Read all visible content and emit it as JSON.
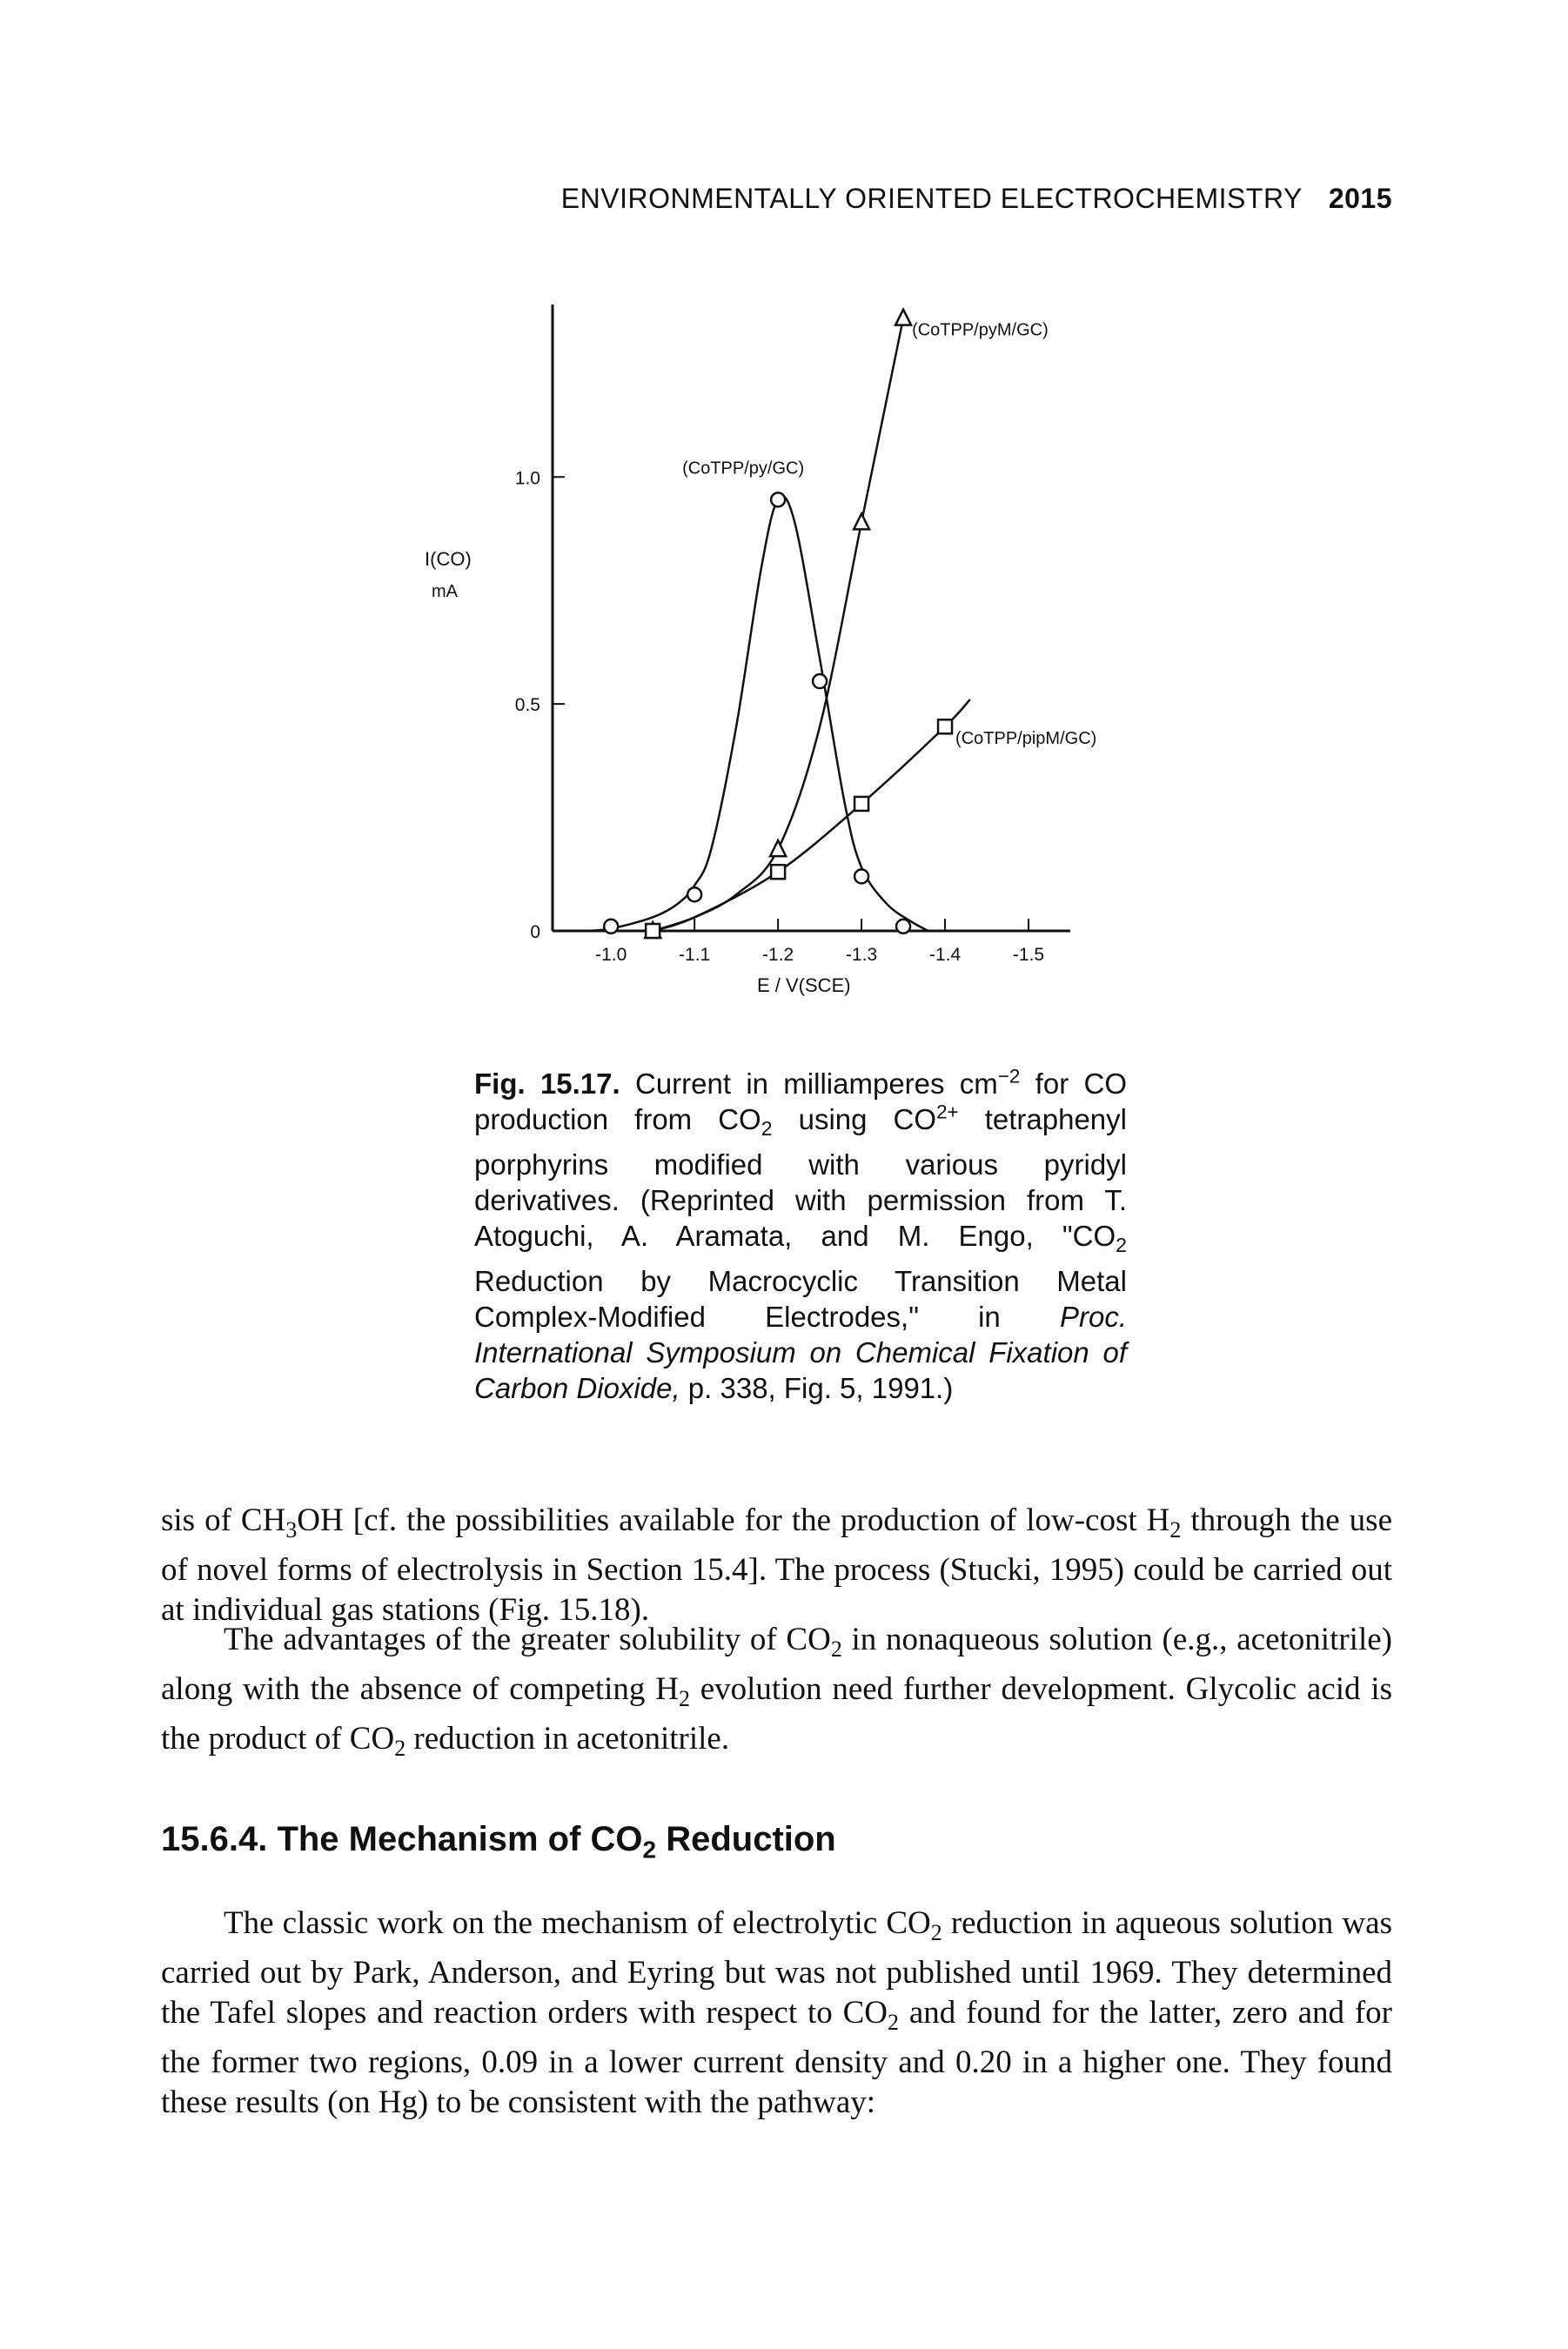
{
  "header": {
    "running_title": "ENVIRONMENTALLY ORIENTED ELECTROCHEMISTRY",
    "page_number": "2015"
  },
  "figure": {
    "ylabel_line1": "I(CO)",
    "ylabel_line2": "mA",
    "xlabel": "E / V(SCE)"
  },
  "chart_data": {
    "type": "line",
    "xlabel": "E / V(SCE)",
    "ylabel": "I(CO) mA",
    "xlim": [
      -0.93,
      -1.55
    ],
    "ylim": [
      0,
      1.38
    ],
    "x_ticks": [
      -1.0,
      -1.1,
      -1.2,
      -1.3,
      -1.4,
      -1.5
    ],
    "x_tick_labels": [
      "-1.0",
      "-1.1",
      "-1.2",
      "-1.3",
      "-1.4",
      "-1.5"
    ],
    "y_ticks": [
      0,
      0.5,
      1.0
    ],
    "y_tick_labels": [
      "0",
      "0.5",
      "1.0"
    ],
    "grid": false,
    "series": [
      {
        "name": "(CoTPP/py/GC)",
        "marker": "circle",
        "x": [
          -1.0,
          -1.1,
          -1.2,
          -1.25,
          -1.3,
          -1.35
        ],
        "y": [
          0.01,
          0.08,
          0.95,
          0.55,
          0.12,
          0.01
        ],
        "curve_x": [
          -0.97,
          -1.0,
          -1.05,
          -1.08,
          -1.1,
          -1.12,
          -1.15,
          -1.18,
          -1.2,
          -1.22,
          -1.25,
          -1.28,
          -1.3,
          -1.33,
          -1.36,
          -1.38
        ],
        "curve_y": [
          0.0,
          0.005,
          0.03,
          0.06,
          0.1,
          0.18,
          0.45,
          0.8,
          0.95,
          0.9,
          0.6,
          0.28,
          0.14,
          0.06,
          0.02,
          0.0
        ]
      },
      {
        "name": "(CoTPP/pyM/GC)",
        "marker": "triangle",
        "x": [
          -1.05,
          -1.2,
          -1.3,
          -1.35
        ],
        "y": [
          0.0,
          0.18,
          0.9,
          1.35
        ],
        "curve_x": [
          -1.05,
          -1.1,
          -1.15,
          -1.2,
          -1.25,
          -1.3,
          -1.35
        ],
        "curve_y": [
          0.0,
          0.03,
          0.08,
          0.18,
          0.45,
          0.9,
          1.35
        ]
      },
      {
        "name": "(CoTPP/pipM/GC)",
        "marker": "square",
        "x": [
          -1.05,
          -1.2,
          -1.3,
          -1.4
        ],
        "y": [
          0.0,
          0.13,
          0.28,
          0.45
        ],
        "curve_x": [
          -1.05,
          -1.1,
          -1.2,
          -1.3,
          -1.4,
          -1.43
        ],
        "curve_y": [
          0.0,
          0.03,
          0.13,
          0.28,
          0.45,
          0.51
        ]
      }
    ]
  },
  "caption": {
    "fig_label": "Fig. 15.17.",
    "text_a": " Current in milliamperes cm",
    "sup_a": "−2",
    "text_b": " for CO production from CO",
    "sub_a": "2",
    "text_c": " using CO",
    "sup_b": "2+",
    "text_d": " tetraphenyl porphyrins modified with various pyridyl derivatives. (Reprinted with permission from T. Atoguchi, A. Aramata, and M. Engo, \"CO",
    "sub_b": "2",
    "text_e": " Reduction by Macrocyclic Transition Metal Complex-Modified Electrodes,\" in ",
    "cite": "Proc. International Symposium on Chemical Fixation of Carbon Dioxide,",
    "text_f": " p. 338, Fig. 5, 1991.)"
  },
  "paragraph1": {
    "t1": "sis of CH",
    "s1": "3",
    "t2": "OH [cf. the possibilities available for the production of low-cost H",
    "s2": "2",
    "t3": " through the use of novel forms of electrolysis in Section 15.4]. The process (Stucki, 1995) could be carried out at individual gas stations (Fig. 15.18)."
  },
  "paragraph2": {
    "t1": "The advantages of the greater solubility of CO",
    "s1": "2",
    "t2": " in nonaqueous solution (e.g., acetonitrile) along with the absence of competing H",
    "s2": "2",
    "t3": " evolution need further development. Glycolic acid is the product of CO",
    "s3": "2",
    "t4": " reduction in acetonitrile."
  },
  "section": {
    "number": "15.6.4.",
    "title_a": " The Mechanism of CO",
    "title_sub": "2",
    "title_b": " Reduction"
  },
  "paragraph3": {
    "t1": "The classic work on the mechanism of electrolytic CO",
    "s1": "2",
    "t2": " reduction in aqueous solution was carried out by Park, Anderson, and Eyring but was not published until 1969. They determined the Tafel slopes and reaction orders with respect to CO",
    "s2": "2",
    "t3": " and found for the latter, zero and for the former two regions, 0.09 in a lower current density and 0.20 in a higher one. They found these results (on Hg) to be consistent with the pathway:"
  }
}
